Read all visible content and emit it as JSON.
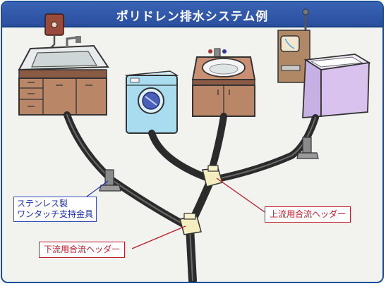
{
  "title": "ポリドレン排水システム例",
  "labels": {
    "support_bracket": [
      "ステンレス製",
      "ワンタッチ支持金具"
    ],
    "upstream_header": "上流用合流ヘッダー",
    "downstream_header": "下流用合流ヘッダー"
  },
  "colors": {
    "title_bar": "#2f57a8",
    "pipe": "#2b2b2b",
    "header_fitting": "#f4edc0",
    "label_blue": "#1a2fb0",
    "label_red": "#c31a2b",
    "cabinet": "#b88568",
    "bathtub": "#d9c3ee",
    "washer": "#a9dcef"
  }
}
